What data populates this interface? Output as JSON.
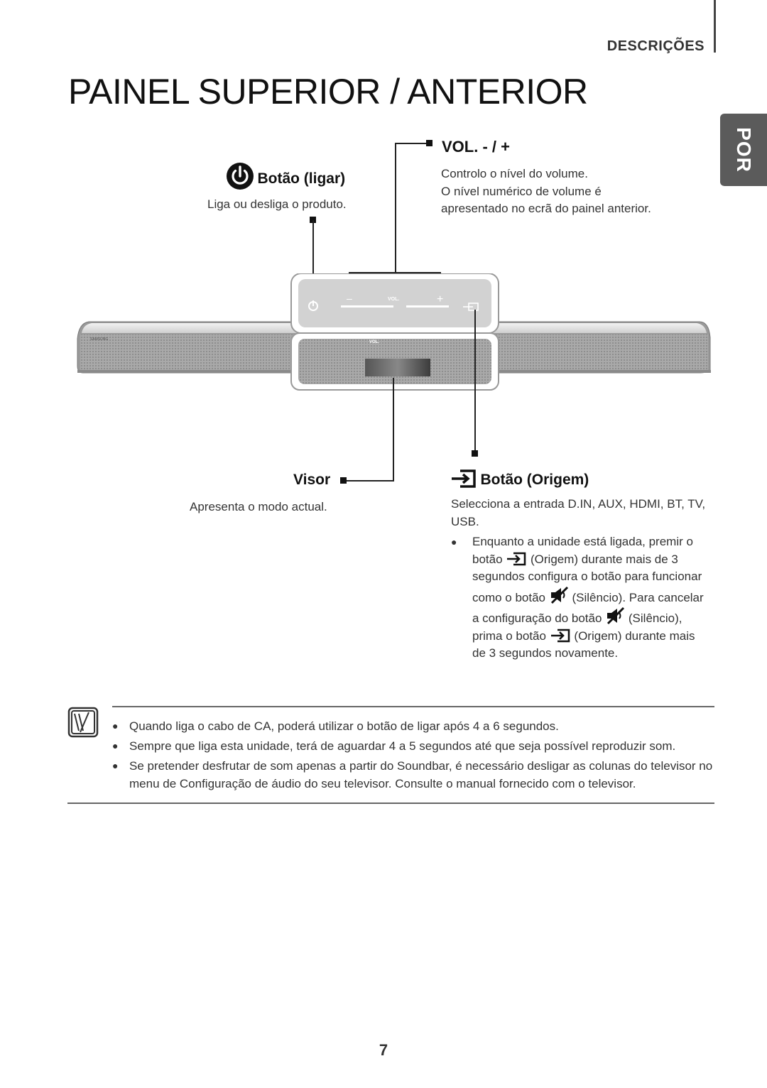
{
  "header": {
    "section": "DESCRIÇÕES",
    "title": "PAINEL SUPERIOR / ANTERIOR",
    "language_tab": "POR"
  },
  "power": {
    "heading": "Botão (ligar)",
    "description": "Liga ou desliga o produto."
  },
  "volume": {
    "heading": "VOL. - / +",
    "lines": [
      "Controlo o nível do volume.",
      "O nível numérico de volume é",
      "apresentado no ecrã do painel anterior."
    ]
  },
  "device": {
    "brand": "SAMSUNG",
    "vol_label": "VOL.",
    "minus": "–",
    "plus": "+"
  },
  "display": {
    "heading": "Visor",
    "description": "Apresenta o modo actual."
  },
  "source": {
    "heading": "Botão (Origem)",
    "description": "Selecciona a entrada D.IN, AUX, HDMI, BT, TV, USB.",
    "bullet": {
      "l1": "Enquanto a unidade está ligada, premir o",
      "l2a": "botão",
      "l2b": "(Origem) durante mais de 3",
      "l3": "segundos configura o botão para funcionar",
      "l4a": "como o botão",
      "l4b": "(Silêncio). Para cancelar",
      "l5a": "a configuração do botão",
      "l5b": "(Silêncio),",
      "l6a": "prima o botão",
      "l6b": "(Origem) durante mais",
      "l7": "de 3 segundos novamente."
    }
  },
  "notes": [
    "Quando liga o cabo de CA, poderá utilizar o botão de ligar após 4 a 6 segundos.",
    "Sempre que liga esta unidade, terá de aguardar 4 a 5 segundos até que seja possível reproduzir som.",
    "Se pretender desfrutar de som apenas a partir do Soundbar, é necessário desligar as colunas do televisor no menu de Configuração de áudio do seu televisor. Consulte o manual fornecido com o televisor."
  ],
  "page_number": "7",
  "icons": [
    "power-icon",
    "source-icon",
    "mute-icon",
    "note-icon"
  ]
}
